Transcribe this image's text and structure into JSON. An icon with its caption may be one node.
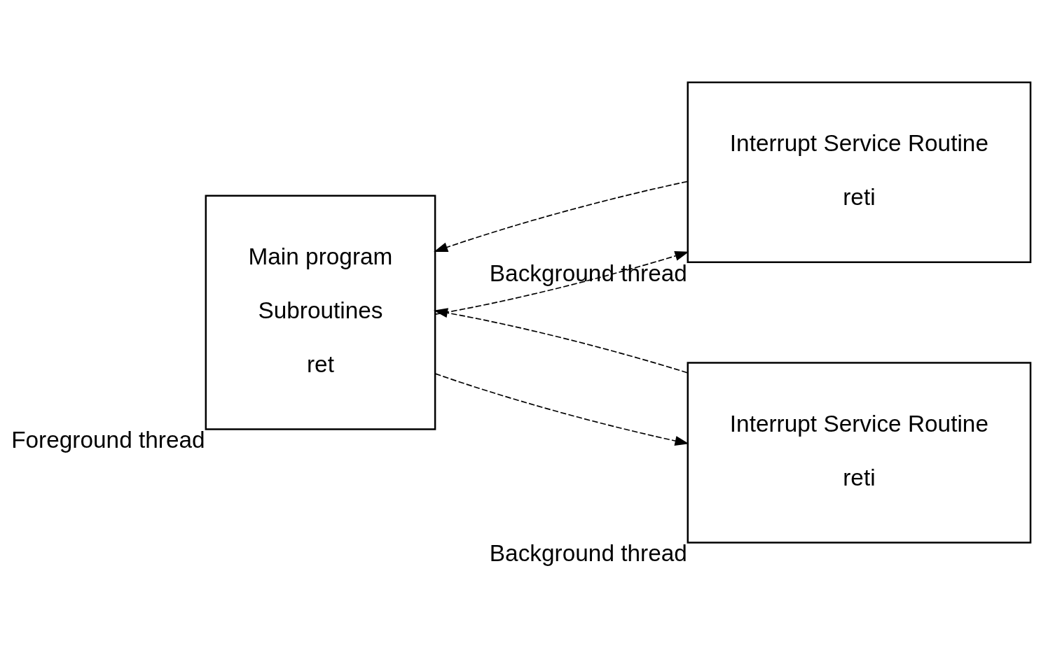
{
  "diagram": {
    "nodes": [
      {
        "text": [
          "Main program",
          "Subroutines",
          "ret"
        ],
        "beside": [
          "Foreground thread"
        ]
      },
      {
        "text": [
          "Interrupt Service Routine",
          "reti"
        ],
        "beside": [
          "Background thread"
        ]
      },
      {
        "text": [
          "Interrupt Service Routine",
          "reti"
        ],
        "beside": [
          "Background thread"
        ]
      }
    ],
    "edges": [
      {
        "from": 0,
        "to": 1,
        "arrow": "to",
        "style": "dashed"
      },
      {
        "from": 1,
        "to": 0,
        "arrow": "to",
        "style": "dashed"
      },
      {
        "from": 0,
        "to": 2,
        "arrow": "to",
        "style": "dashed"
      },
      {
        "from": 2,
        "to": 0,
        "arrow": "to",
        "style": "dashed"
      }
    ]
  }
}
